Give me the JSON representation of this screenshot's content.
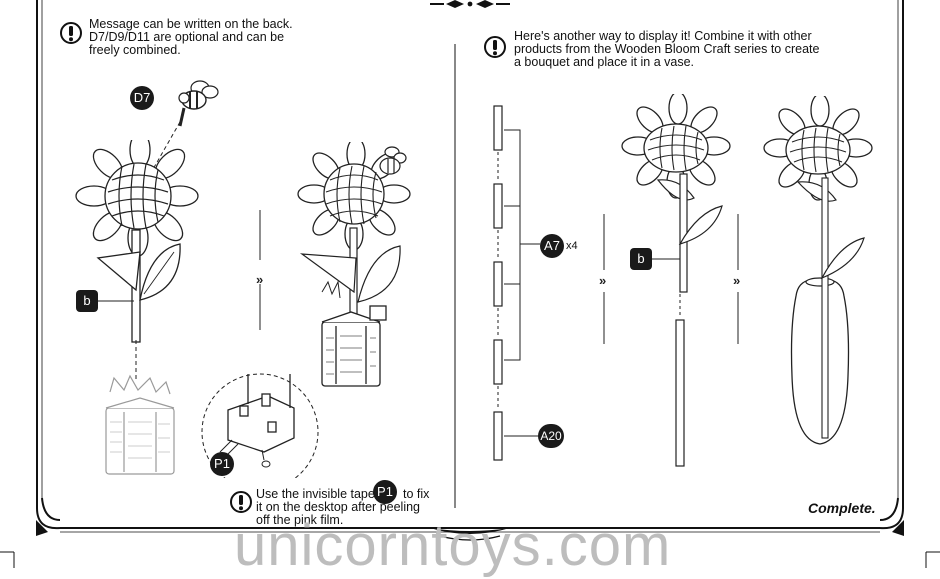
{
  "left": {
    "note1": {
      "line1": "Message can be written on the back.",
      "line2": "D7/D9/D11 are optional and can be",
      "line3": "freely combined."
    },
    "badge_d7": "D7",
    "badge_b": "b",
    "badge_p1": "P1",
    "note2": {
      "pre": "Use the invisible tape",
      "badge": "P1",
      "post": "to fix",
      "line2": "it on the desktop after peeling",
      "line3": "off the pink film."
    }
  },
  "right": {
    "note": {
      "line1": "Here's another way to display it! Combine it with other",
      "line2": "products from the Wooden Bloom Craft series to create",
      "line3": "a bouquet and place it in a vase."
    },
    "badge_a7": "A7",
    "qty_a7": "x4",
    "badge_a20": "A20",
    "badge_b": "b",
    "complete": "Complete."
  },
  "step_arrow": "»",
  "watermark": "unicorntoys.com"
}
